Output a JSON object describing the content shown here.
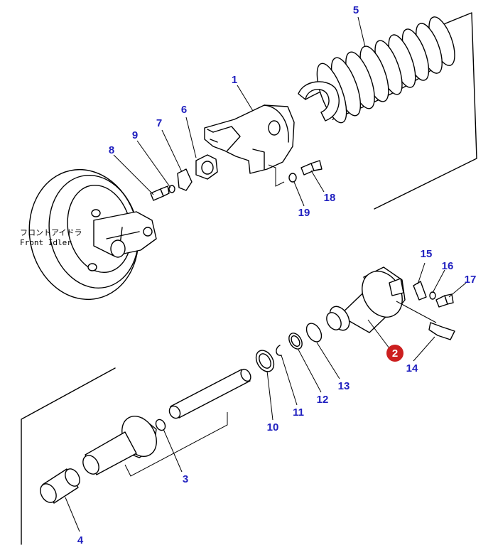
{
  "colors": {
    "line": "#000000",
    "callout_number": "#1f1fbf",
    "highlight_fill": "#cc1f1f",
    "highlight_text": "#ffffff"
  },
  "caption": {
    "jp": "フロントアイドラ",
    "en": "Front Idler"
  },
  "callouts": [
    {
      "id": "1",
      "label": "1"
    },
    {
      "id": "2",
      "label": "2",
      "highlighted": true
    },
    {
      "id": "3",
      "label": "3"
    },
    {
      "id": "4",
      "label": "4"
    },
    {
      "id": "5",
      "label": "5"
    },
    {
      "id": "6",
      "label": "6"
    },
    {
      "id": "7",
      "label": "7"
    },
    {
      "id": "8",
      "label": "8"
    },
    {
      "id": "9",
      "label": "9"
    },
    {
      "id": "10",
      "label": "10"
    },
    {
      "id": "11",
      "label": "11"
    },
    {
      "id": "12",
      "label": "12"
    },
    {
      "id": "13",
      "label": "13"
    },
    {
      "id": "14",
      "label": "14"
    },
    {
      "id": "15",
      "label": "15"
    },
    {
      "id": "16",
      "label": "16"
    },
    {
      "id": "17",
      "label": "17"
    },
    {
      "id": "18",
      "label": "18"
    },
    {
      "id": "19",
      "label": "19"
    }
  ]
}
